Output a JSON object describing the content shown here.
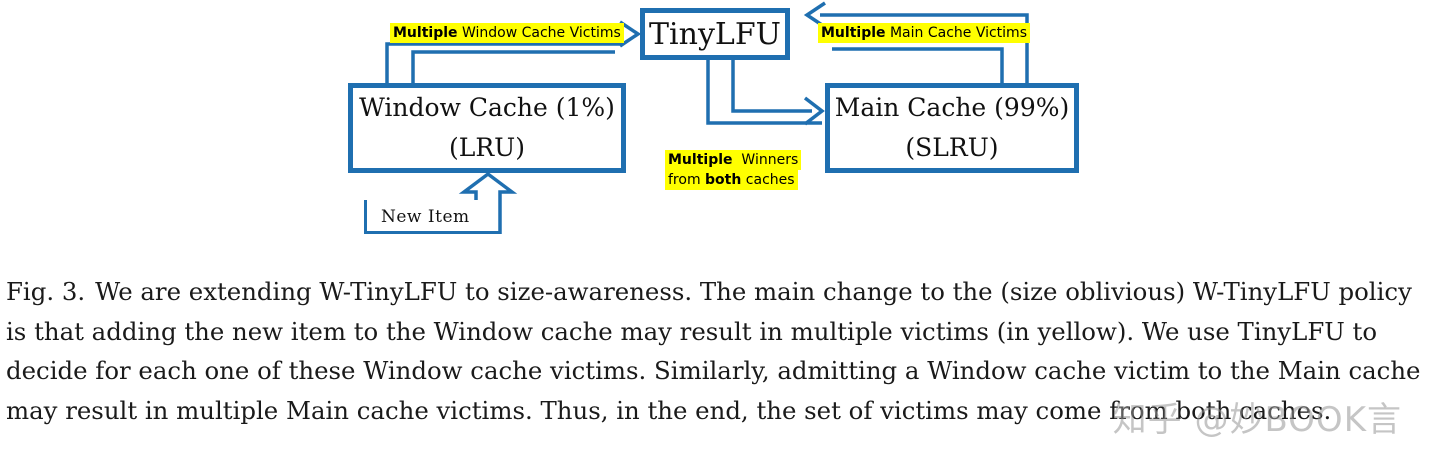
{
  "diagram": {
    "tinylfu_label": "TinyLFU",
    "window_cache_line1": "Window Cache (1%)",
    "window_cache_line2": "(LRU)",
    "main_cache_line1": "Main Cache (99%)",
    "main_cache_line2": "(SLRU)",
    "new_item_label": "New Item",
    "window_victims_bold": "Multiple",
    "window_victims_rest": " Window Cache Victims",
    "main_victims_bold": "Multiple",
    "main_victims_rest": " Main Cache Victims",
    "winners_bold": "Multiple",
    "winners_rest": "  Winners",
    "winners_line2_pre": "from ",
    "winners_line2_bold": "both",
    "winners_line2_post": " caches",
    "colors": {
      "box_border": "#1f6fb0",
      "highlight": "#ffff00"
    }
  },
  "caption": {
    "fig_label": "Fig. 3.",
    "text": "We are extending W-TinyLFU to size-awareness. The main change to the (size oblivious) W-TinyLFU policy is that adding the new item to the Window cache may result in multiple victims (in yellow). We use TinyLFU to decide for each one of these Window cache victims. Similarly, admitting a Window cache victim to the Main cache may result in multiple Main cache victims. Thus, in the end, the set of victims may come from both caches."
  },
  "watermark": "知乎 @妙BOOK言"
}
